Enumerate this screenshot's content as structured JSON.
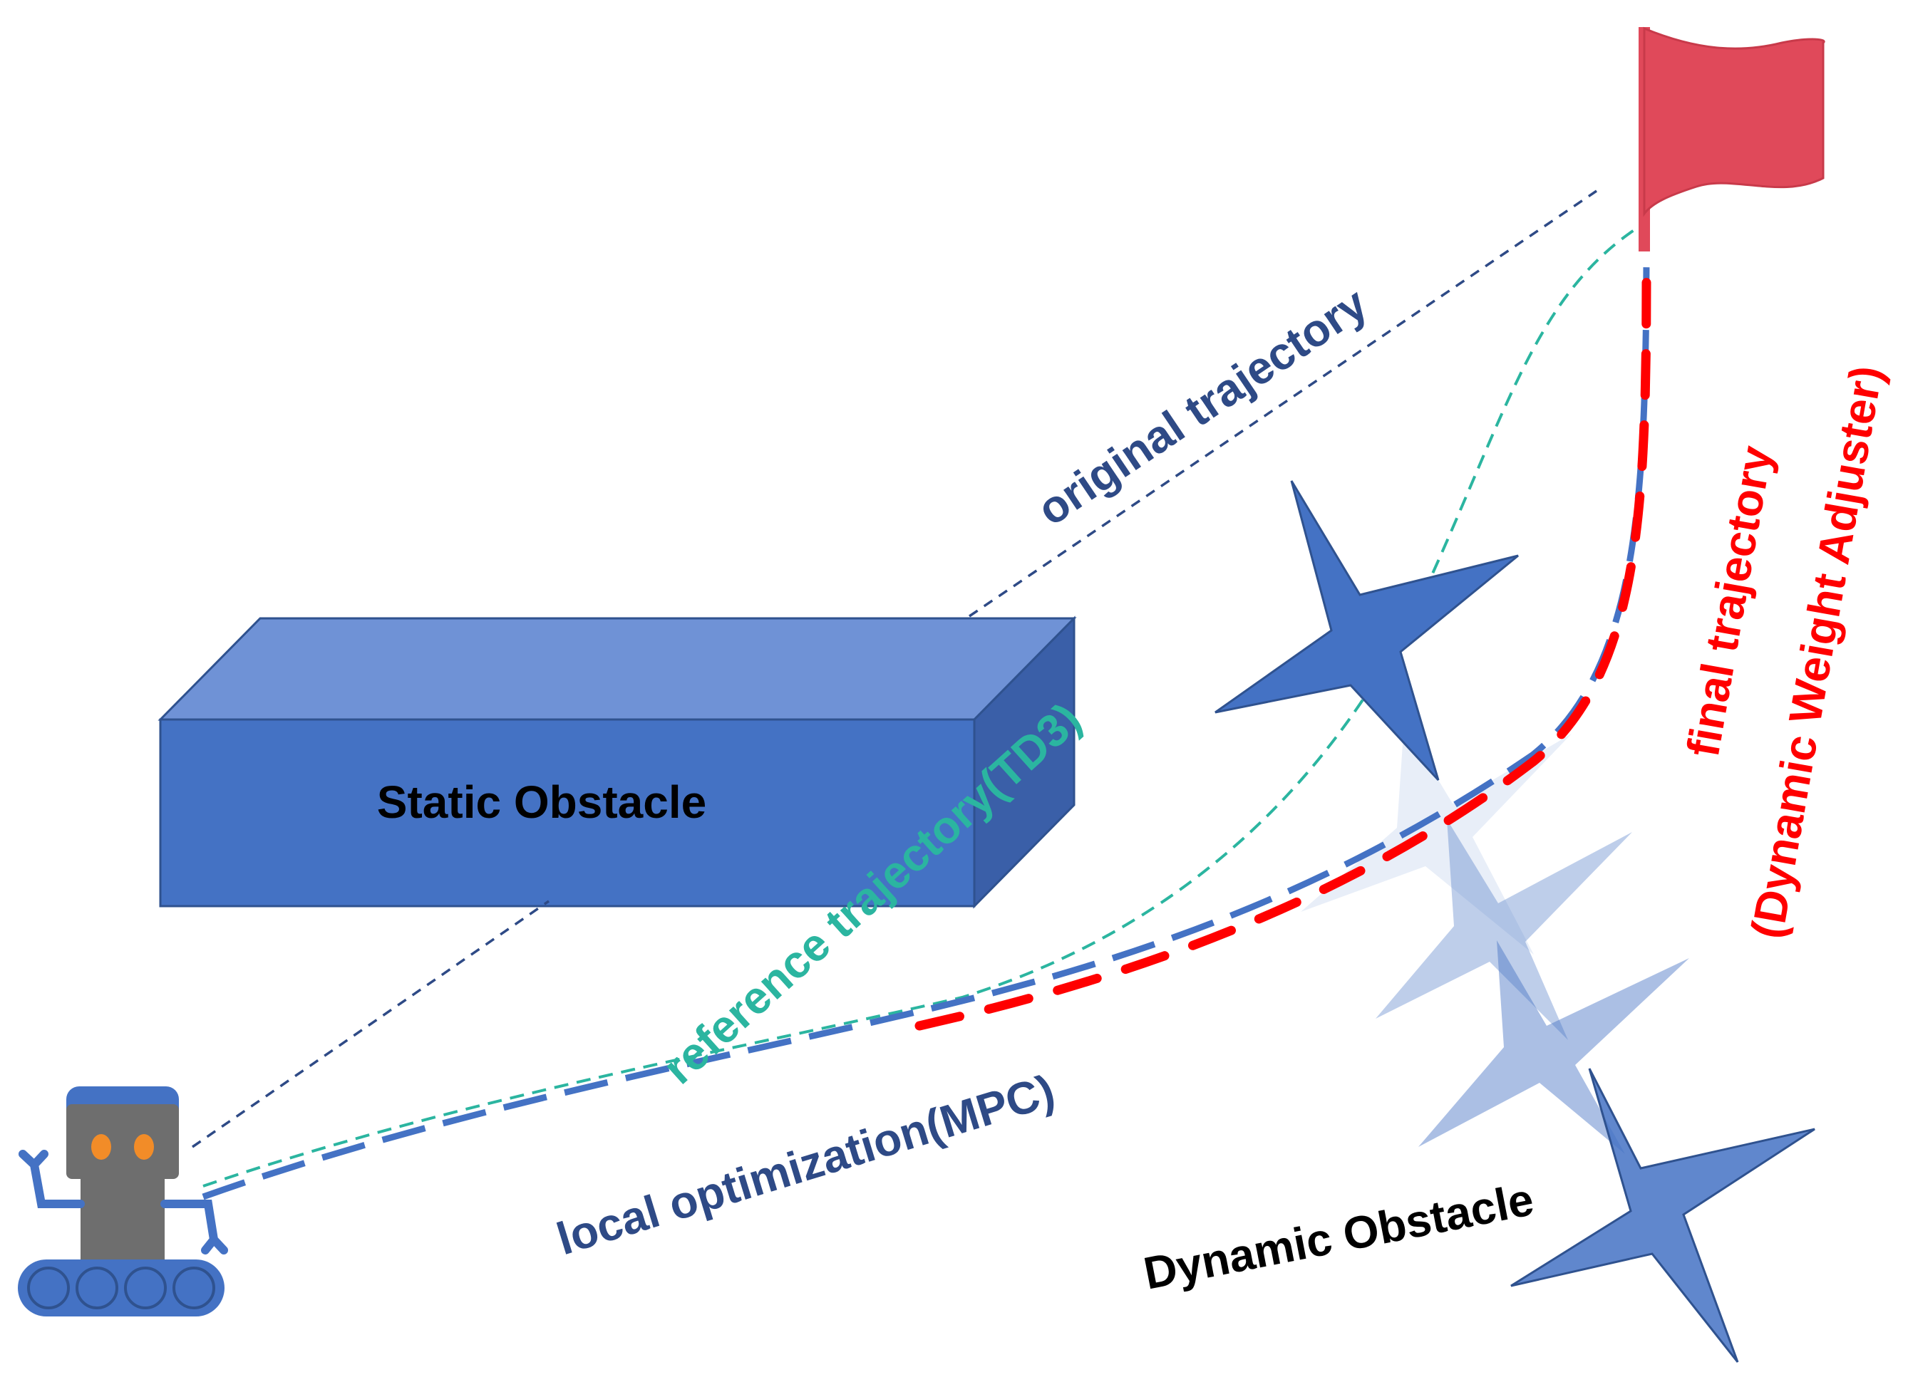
{
  "labels": {
    "static_obstacle": "Static Obstacle",
    "original_trajectory": "original trajectory",
    "reference_trajectory": "reference trajectory(TD3)",
    "local_optimization": "local optimization(MPC)",
    "final_trajectory": "final trajectory",
    "final_trajectory_sub": "(Dynamic Weight Adjuster)",
    "dynamic_obstacle": "Dynamic Obstacle"
  },
  "colors": {
    "obstacle_front": "#4472C4",
    "obstacle_top": "#6F92D6",
    "obstacle_side": "#3A5FA8",
    "obstacle_edge": "#2F528F",
    "original_trajectory": "#2E4A86",
    "reference_trajectory": "#2BB5A0",
    "local_optimization": "#4472C4",
    "local_optimization_text": "#2E4A86",
    "final_trajectory": "#FF0000",
    "goal_flag": "#E0495A",
    "robot_body": "#6E6E6E",
    "robot_eyes": "#F28C28",
    "robot_accent": "#4472C4",
    "star": "#4472C4",
    "text_dark": "#000000"
  },
  "icons": {
    "robot": "robot-icon",
    "goal": "goal-flag-icon",
    "dynamic_obstacle": "star-obstacle-icon"
  }
}
